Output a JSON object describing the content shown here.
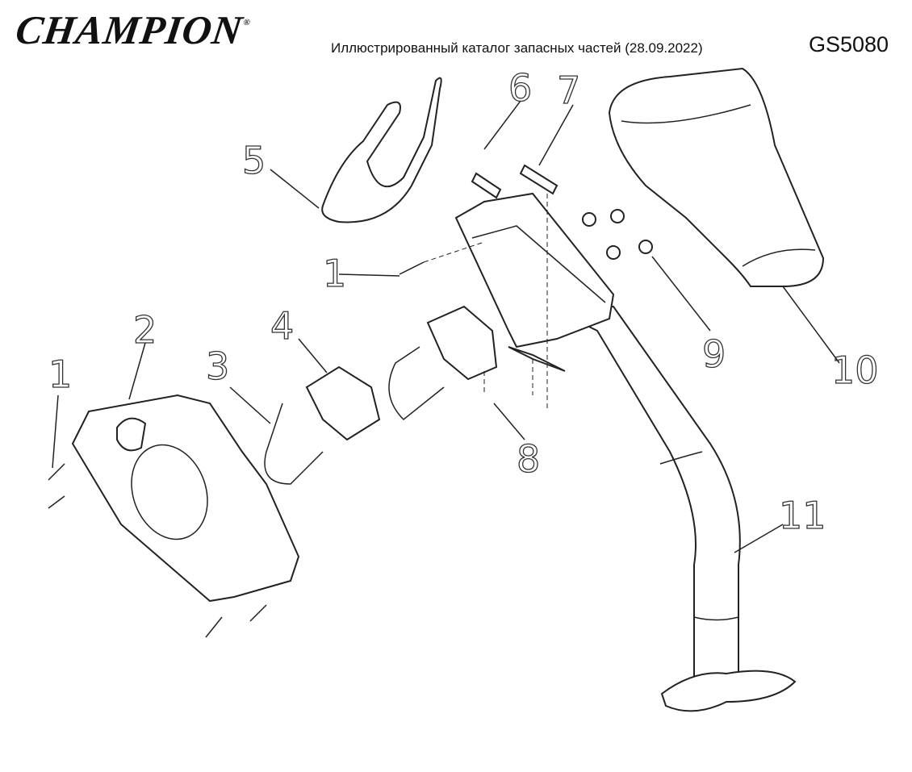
{
  "header": {
    "brand": "CHAMPION",
    "brand_mark": "®",
    "title": "Иллюстрированный каталог запасных частей (28.09.2022)",
    "model": "GS5080"
  },
  "callouts": [
    "1",
    "2",
    "3",
    "4",
    "5",
    "6",
    "7",
    "8",
    "9",
    "10",
    "11",
    "1"
  ]
}
